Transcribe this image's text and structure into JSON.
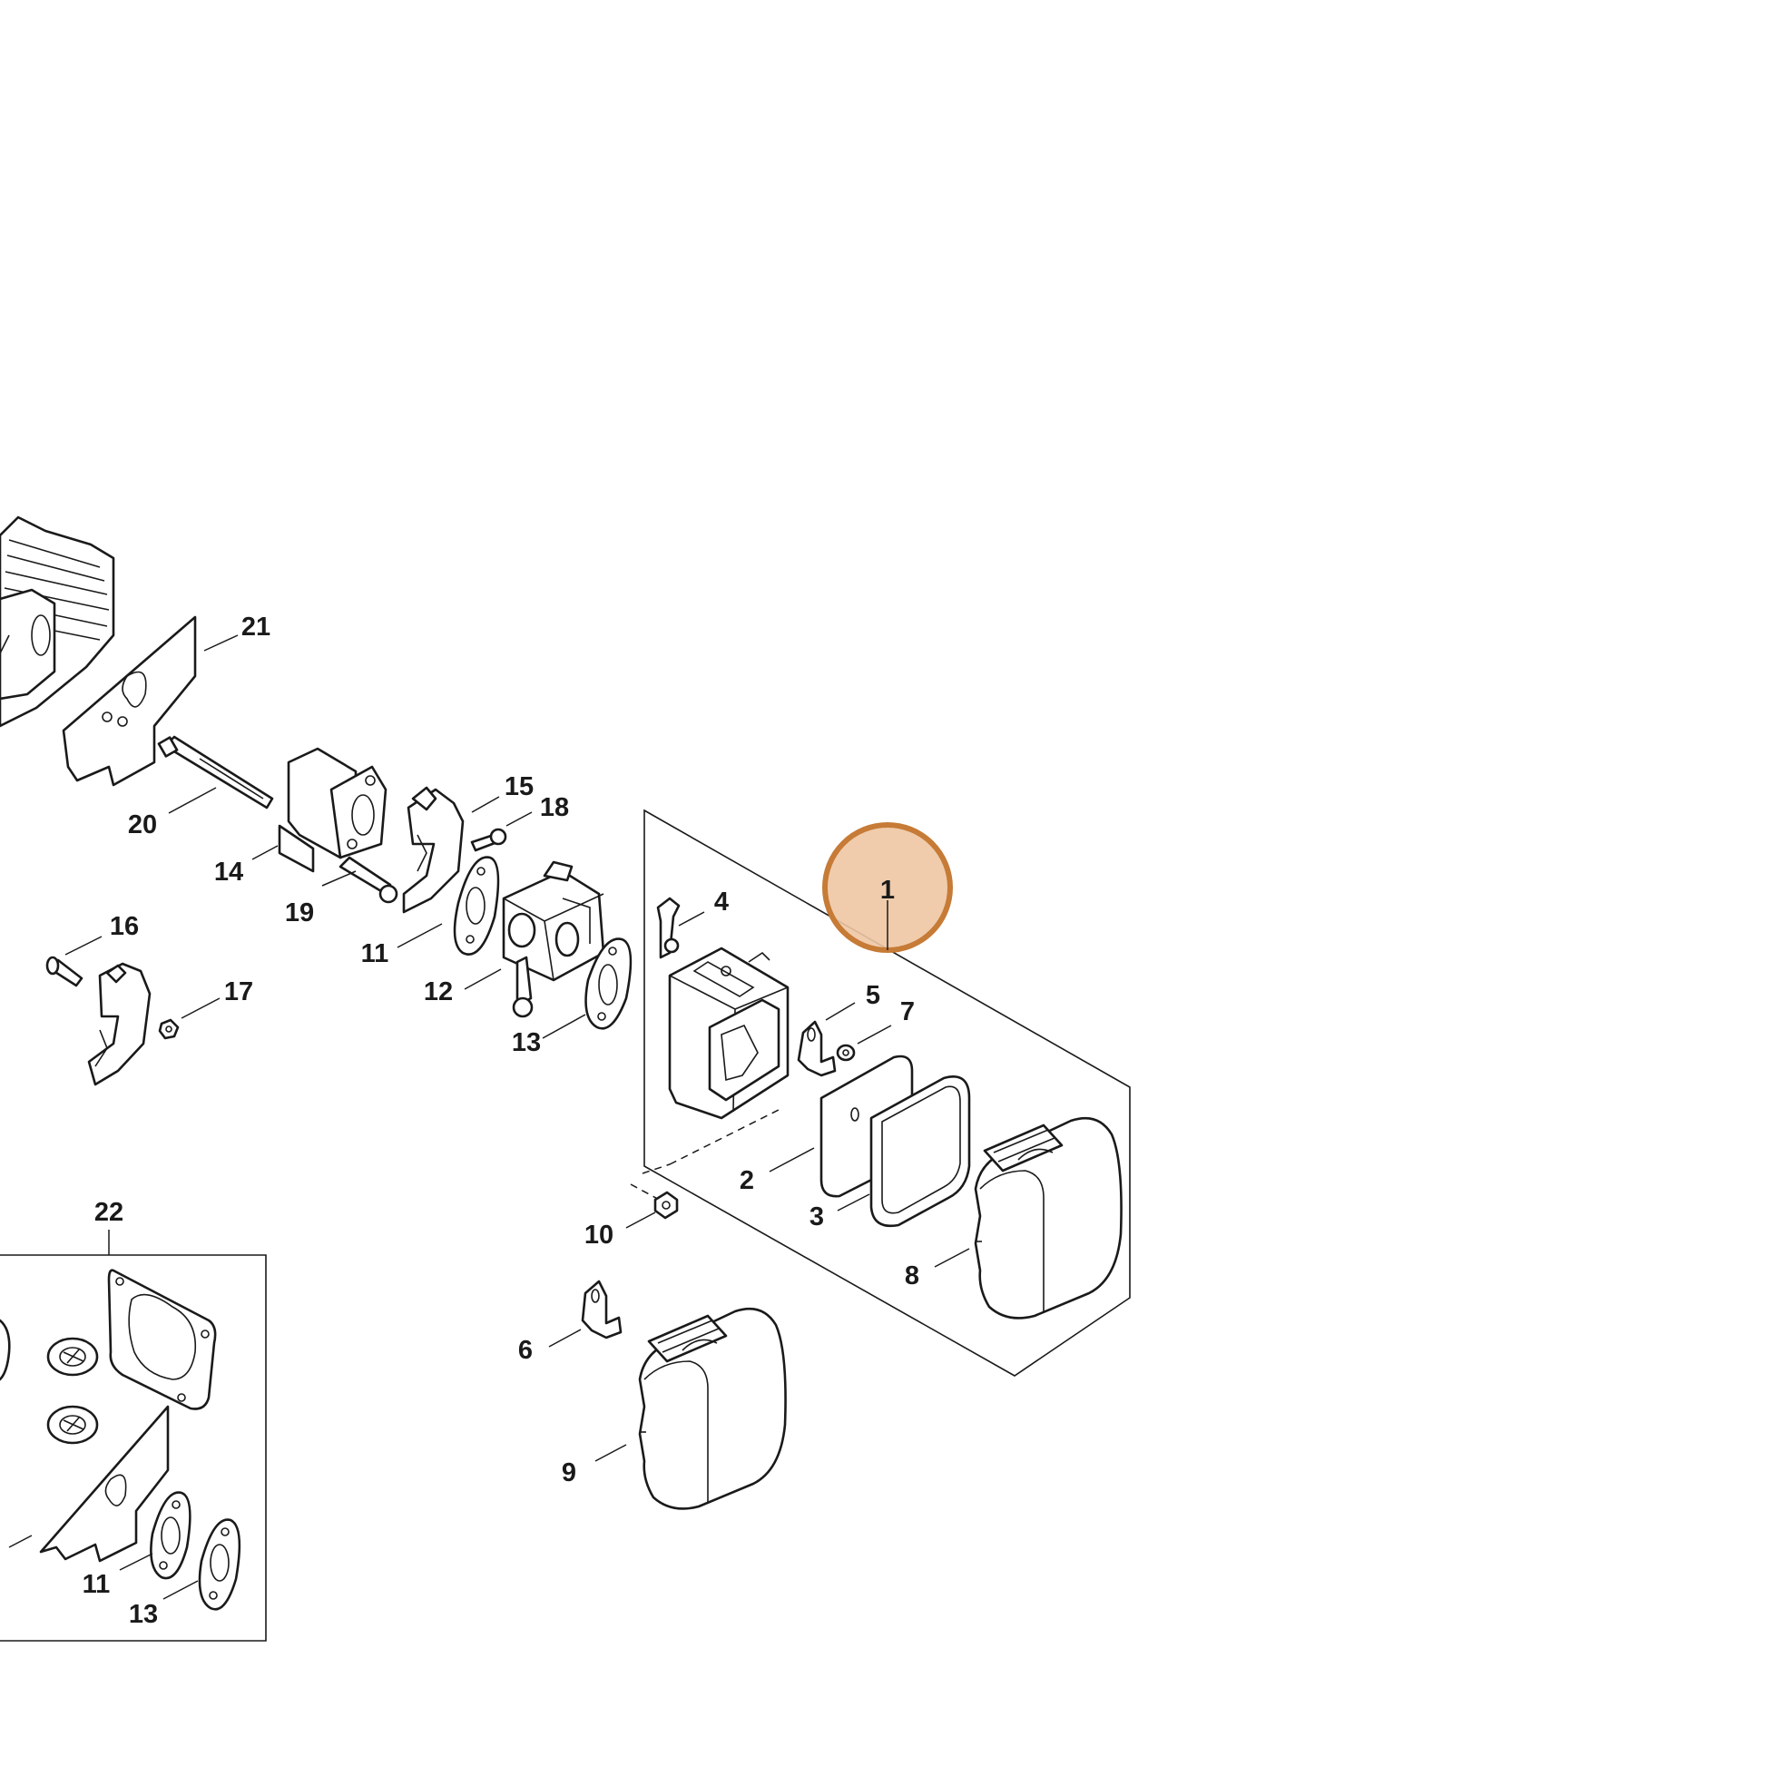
{
  "colors": {
    "line": "#1a1a1a",
    "background": "#ffffff",
    "highlight_fill": "#eec7a3",
    "highlight_ring": "#c67b36"
  },
  "highlight": {
    "label": "1"
  },
  "callouts": {
    "c1": "1",
    "c2": "2",
    "c3": "3",
    "c4": "4",
    "c5": "5",
    "c6": "6",
    "c7": "7",
    "c8": "8",
    "c9": "9",
    "c10": "10",
    "c11a": "11",
    "c11b": "11",
    "c12": "12",
    "c13a": "13",
    "c13b": "13",
    "c14": "14",
    "c15": "15",
    "c16": "16",
    "c17": "17",
    "c18": "18",
    "c19": "19",
    "c20": "20",
    "c21": "21",
    "c22": "22"
  }
}
